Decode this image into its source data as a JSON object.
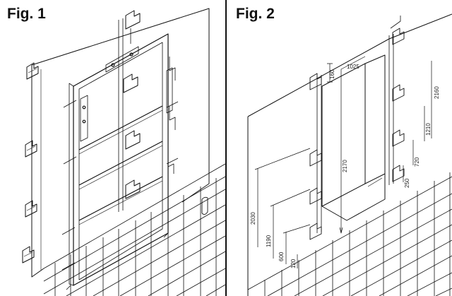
{
  "figures": [
    {
      "title": "Fig. 1"
    },
    {
      "title": "Fig. 2"
    }
  ],
  "dimensions": {
    "d160": "160",
    "d1025": "1025",
    "d2160": "2160",
    "d1210": "1210",
    "d720": "720",
    "d250": "250",
    "d2170": "2170",
    "d2030": "2030",
    "d1190": "1190",
    "d600": "600",
    "d120": "120"
  },
  "colors": {
    "ink": "#111111",
    "paper": "#ffffff"
  }
}
